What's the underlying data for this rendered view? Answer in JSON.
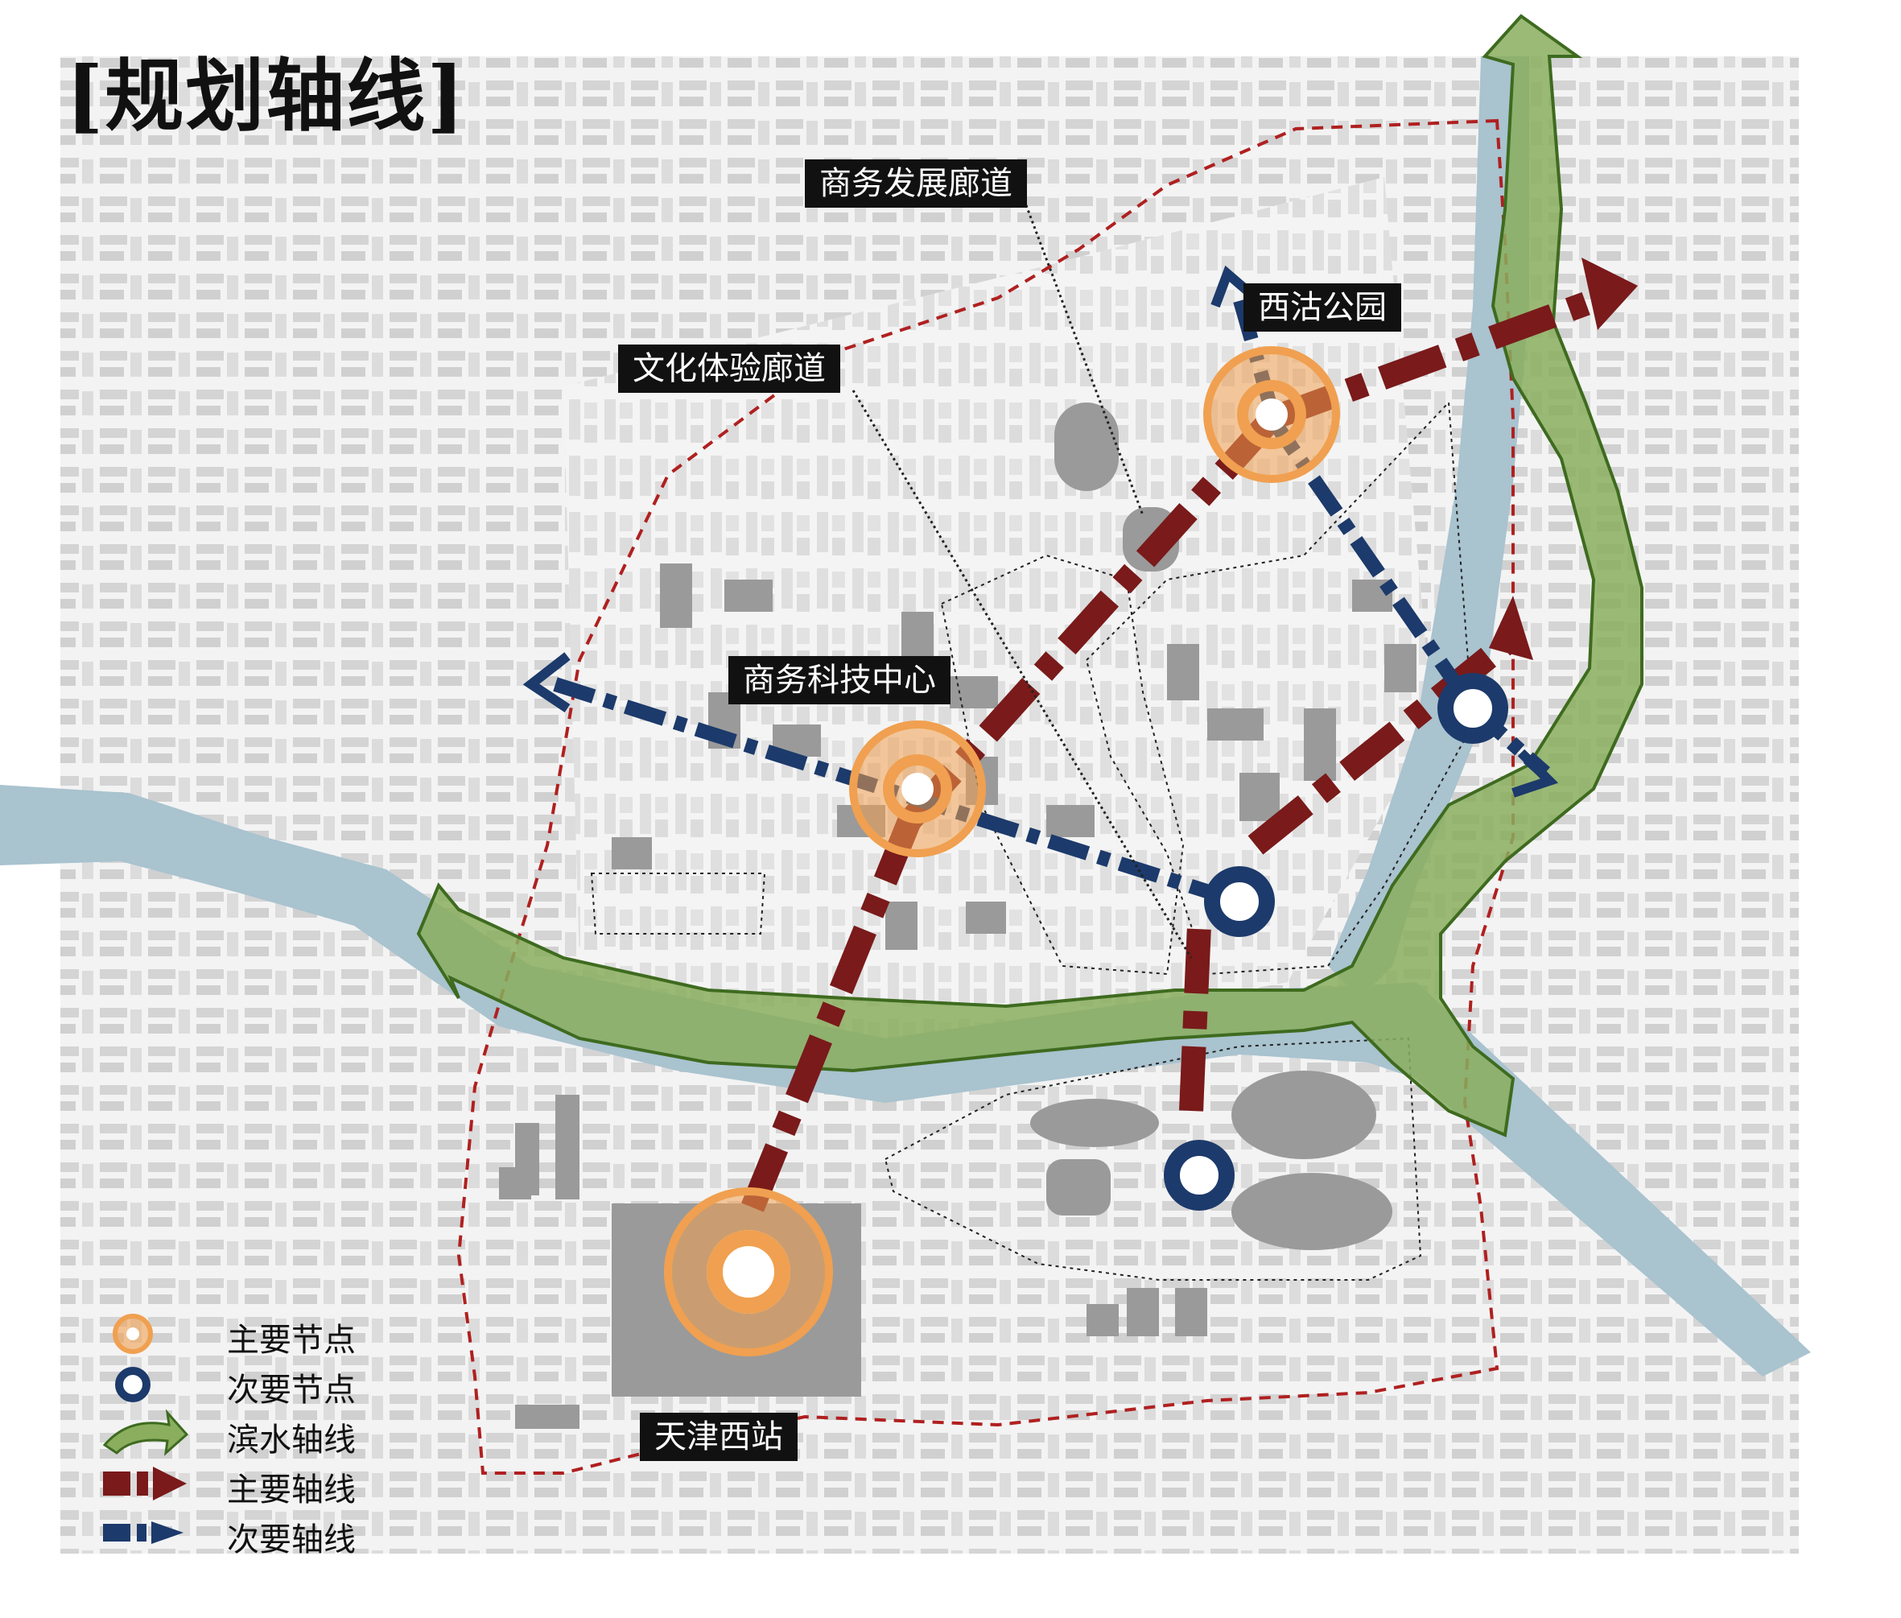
{
  "title": "[规划轴线]",
  "labels": {
    "business_corridor": "商务发展廊道",
    "culture_corridor": "文化体验廊道",
    "xigu_park": "西沽公园",
    "business_tech_center": "商务科技中心",
    "tianjin_west_station": "天津西站"
  },
  "legend": [
    {
      "key": "primary_node",
      "label": "主要节点"
    },
    {
      "key": "secondary_node",
      "label": "次要节点"
    },
    {
      "key": "waterfront_axis",
      "label": "滨水轴线"
    },
    {
      "key": "primary_axis",
      "label": "主要轴线"
    },
    {
      "key": "secondary_axis",
      "label": "次要轴线"
    }
  ],
  "colors": {
    "primary_axis": "#7a1a1a",
    "secondary_axis": "#1c3a6b",
    "waterfront": "#8aae5e",
    "waterfront_stroke": "#3e6b1f",
    "river": "#a9c3cf",
    "primary_node": "#f0a050",
    "secondary_node": "#1c3a6b",
    "boundary": "#b02020",
    "buildings": "#d9d9d9",
    "buildings_dark": "#8f8f8f"
  }
}
